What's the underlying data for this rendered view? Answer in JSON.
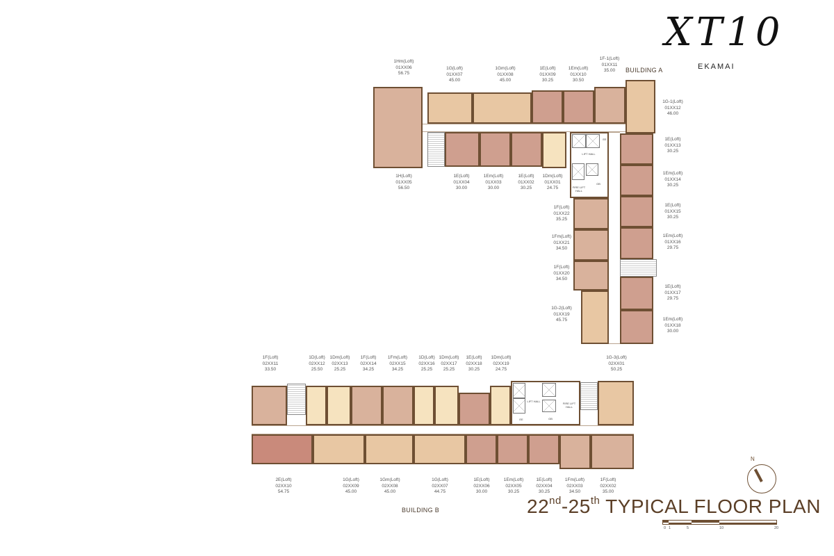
{
  "logo": {
    "main": "XT10",
    "sub": "EKAMAI"
  },
  "title": {
    "from": "22",
    "from_sup": "nd",
    "dash": "-",
    "to": "25",
    "to_sup": "th",
    "rest": " TYPICAL FLOOR PLAN"
  },
  "building_a": {
    "name": "BUILDING A",
    "units": [
      {
        "type": "1Hm(Loft)",
        "code": "01XX06",
        "area": "56.75"
      },
      {
        "type": "1G(Loft)",
        "code": "01XX07",
        "area": "45.00"
      },
      {
        "type": "1Gm(Loft)",
        "code": "01XX08",
        "area": "45.00"
      },
      {
        "type": "1E(Loft)",
        "code": "01XX09",
        "area": "30.25"
      },
      {
        "type": "1Em(Loft)",
        "code": "01XX10",
        "area": "30.50"
      },
      {
        "type": "1F-1(Loft)",
        "code": "01XX11",
        "area": "35.00"
      },
      {
        "type": "1H(Loft)",
        "code": "01XX05",
        "area": "56.50"
      },
      {
        "type": "1E(Loft)",
        "code": "01XX04",
        "area": "30.00"
      },
      {
        "type": "1Em(Loft)",
        "code": "01XX03",
        "area": "30.00"
      },
      {
        "type": "1E(Loft)",
        "code": "01XX02",
        "area": "30.25"
      },
      {
        "type": "1Dm(Loft)",
        "code": "01XX01",
        "area": "24.75"
      },
      {
        "type": "1G-1(Loft)",
        "code": "01XX12",
        "area": "46.00"
      },
      {
        "type": "1E(Loft)",
        "code": "01XX13",
        "area": "30.25"
      },
      {
        "type": "1Em(Loft)",
        "code": "01XX14",
        "area": "30.25"
      },
      {
        "type": "1E(Loft)",
        "code": "01XX15",
        "area": "30.25"
      },
      {
        "type": "1Em(Loft)",
        "code": "01XX16",
        "area": "29.75"
      },
      {
        "type": "1E(Loft)",
        "code": "01XX17",
        "area": "29.75"
      },
      {
        "type": "1Em(Loft)",
        "code": "01XX18",
        "area": "30.00"
      },
      {
        "type": "1F(Loft)",
        "code": "01XX22",
        "area": "35.25"
      },
      {
        "type": "1Fm(Loft)",
        "code": "01XX21",
        "area": "34.50"
      },
      {
        "type": "1F(Loft)",
        "code": "01XX20",
        "area": "34.50"
      },
      {
        "type": "1G-2(Loft)",
        "code": "01XX19",
        "area": "45.75"
      }
    ],
    "core_labels": {
      "lift_hall": "LIFT HALL",
      "fire_lift": "FIRE LIFT HALL",
      "ee": "EE",
      "gb": "GB"
    }
  },
  "building_b": {
    "name": "BUILDING B",
    "units": [
      {
        "type": "1F(Loft)",
        "code": "02XX11",
        "area": "33.50"
      },
      {
        "type": "1D(Loft)",
        "code": "02XX12",
        "area": "25.50"
      },
      {
        "type": "1Dm(Loft)",
        "code": "02XX13",
        "area": "25.25"
      },
      {
        "type": "1F(Loft)",
        "code": "02XX14",
        "area": "34.25"
      },
      {
        "type": "1Fm(Loft)",
        "code": "02XX15",
        "area": "34.25"
      },
      {
        "type": "1D(Loft)",
        "code": "02XX16",
        "area": "25.25"
      },
      {
        "type": "1Dm(Loft)",
        "code": "02XX17",
        "area": "25.25"
      },
      {
        "type": "1E(Loft)",
        "code": "02XX18",
        "area": "30.25"
      },
      {
        "type": "1Dm(Loft)",
        "code": "02XX19",
        "area": "24.75"
      },
      {
        "type": "1G-3(Loft)",
        "code": "02XX01",
        "area": "50.25"
      },
      {
        "type": "2E(Loft)",
        "code": "02XX10",
        "area": "54.75"
      },
      {
        "type": "1G(Loft)",
        "code": "02XX09",
        "area": "45.00"
      },
      {
        "type": "1Gm(Loft)",
        "code": "02XX08",
        "area": "45.00"
      },
      {
        "type": "1G(Loft)",
        "code": "02XX07",
        "area": "44.75"
      },
      {
        "type": "1E(Loft)",
        "code": "02XX06",
        "area": "30.00"
      },
      {
        "type": "1Em(Loft)",
        "code": "02XX05",
        "area": "30.25"
      },
      {
        "type": "1E(Loft)",
        "code": "02XX04",
        "area": "30.25"
      },
      {
        "type": "1Fm(Loft)",
        "code": "02XX03",
        "area": "34.50"
      },
      {
        "type": "1F(Loft)",
        "code": "02XX02",
        "area": "35.00"
      }
    ],
    "core_labels": {
      "lift_hall": "LIFT HALL",
      "fire_lift": "FIRE LIFT HALL",
      "ee": "EE",
      "gb": "GB"
    }
  },
  "compass": {
    "label": "N"
  },
  "scale_bar": {
    "ticks": [
      "0",
      "1",
      "5",
      "10",
      "20"
    ]
  },
  "colors": {
    "rose": "#cf9f8f",
    "deep_rose": "#c98a7b",
    "tan": "#d9b29c",
    "peach": "#e8c7a3",
    "cream": "#f6e3bf",
    "wall": "#6e4f33",
    "title": "#5b3f27"
  }
}
